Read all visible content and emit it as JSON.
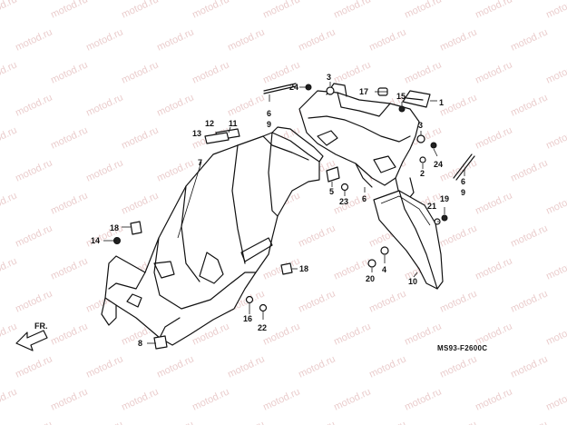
{
  "watermark": "motod.ru",
  "diagram_code": "MS93-F2600C",
  "direction_label": "FR.",
  "part_labels": [
    "1",
    "2",
    "3",
    "3",
    "4",
    "5",
    "6",
    "6",
    "7",
    "8",
    "9",
    "9",
    "9",
    "10",
    "11",
    "12",
    "13",
    "14",
    "15",
    "16",
    "17",
    "18",
    "18",
    "19",
    "20",
    "21",
    "22",
    "23",
    "24",
    "24"
  ]
}
